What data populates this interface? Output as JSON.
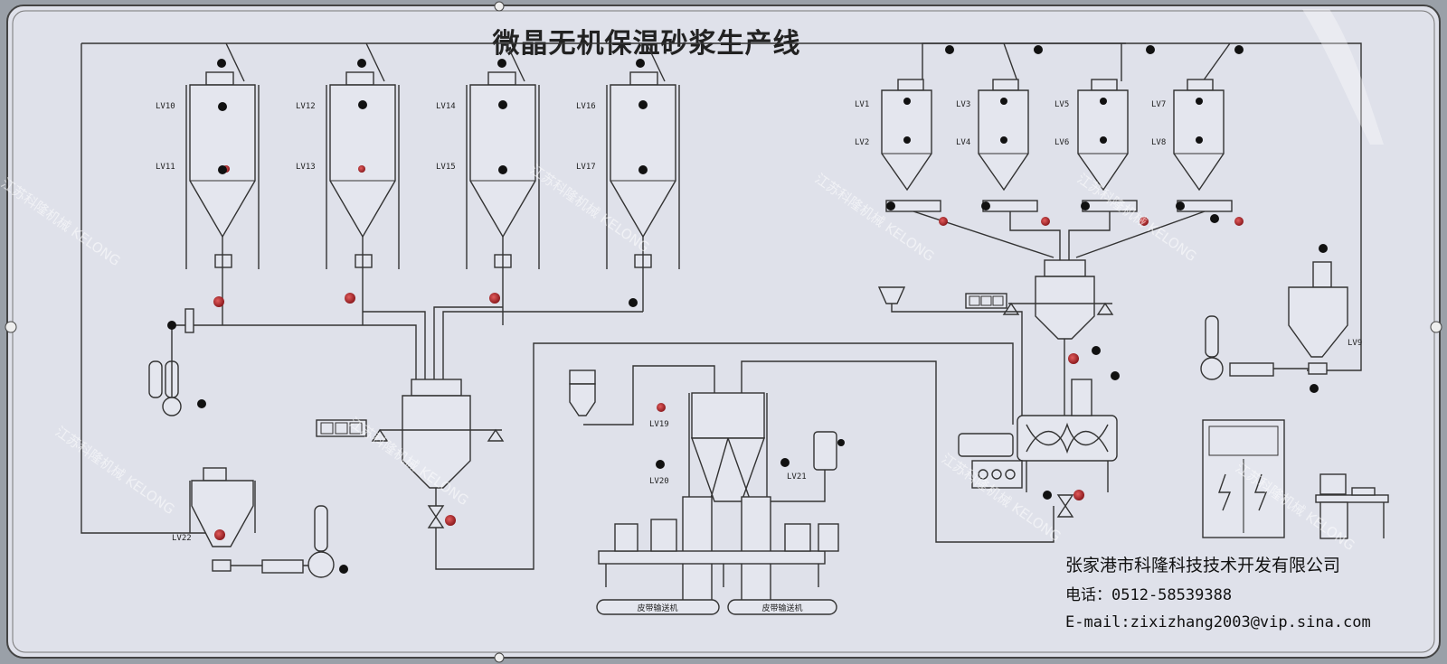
{
  "title": "微晶无机保温砂浆生产线",
  "company": {
    "name": "张家港市科隆科技技术开发有限公司",
    "phone": "电话：0512-58539388",
    "email": "E-mail:zixizhang2003@vip.sina.com"
  },
  "watermark": "江苏科隆机械 KELONG",
  "labels": {
    "left_silos": [
      [
        "LV10",
        "LV11"
      ],
      [
        "LV12",
        "LV13"
      ],
      [
        "LV14",
        "LV15"
      ],
      [
        "LV16",
        "LV17"
      ]
    ],
    "right_silos": [
      [
        "LV1",
        "LV2"
      ],
      [
        "LV3",
        "LV4"
      ],
      [
        "LV5",
        "LV6"
      ],
      [
        "LV7",
        "LV8"
      ]
    ],
    "lv22": "LV22",
    "lv19": "LV19",
    "lv20": "LV20",
    "lv21": "LV21",
    "lv9": "LV9",
    "belt1": "皮带输送机",
    "belt2": "皮带输送机"
  },
  "colors": {
    "panel": "#dfe1ea",
    "line": "#333333",
    "accent_red": "#b32025",
    "dot": "#111111"
  }
}
